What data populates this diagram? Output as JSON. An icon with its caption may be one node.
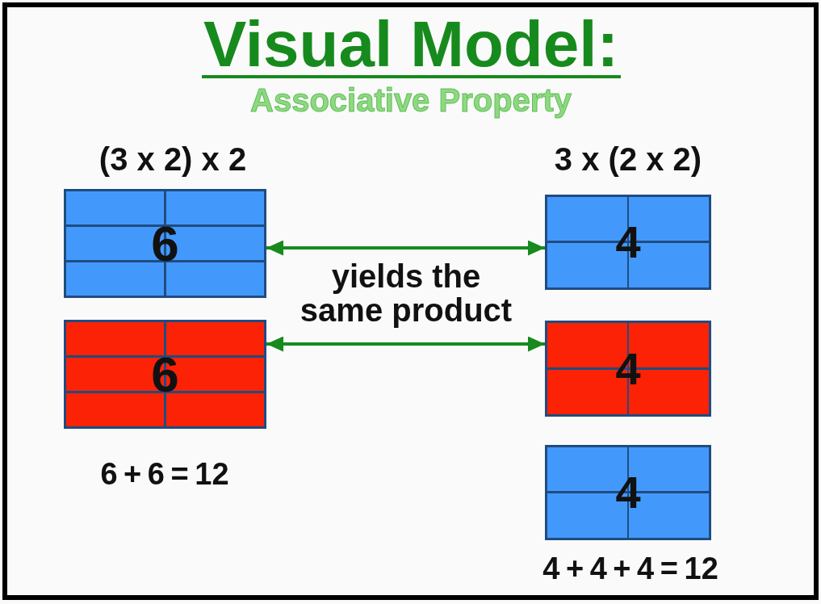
{
  "diagram": {
    "title": "Visual Model:",
    "nodes": [
      {
        "text": [
          "6"
        ]
      },
      {
        "text": [
          "6"
        ]
      },
      {
        "text": [
          "4"
        ]
      },
      {
        "text": [
          "4"
        ]
      },
      {
        "text": [
          "4"
        ]
      }
    ],
    "edges": [
      {
        "from": 0,
        "to": 2,
        "arrow": "both"
      },
      {
        "from": 1,
        "to": 3,
        "arrow": "both"
      }
    ],
    "labels": [
      "Associative Property",
      "(3 x 2) x 2",
      "3 x (2 x 2)",
      "yields the same product",
      "6 + 6 = 12",
      "4 + 4 + 4 = 12"
    ]
  }
}
